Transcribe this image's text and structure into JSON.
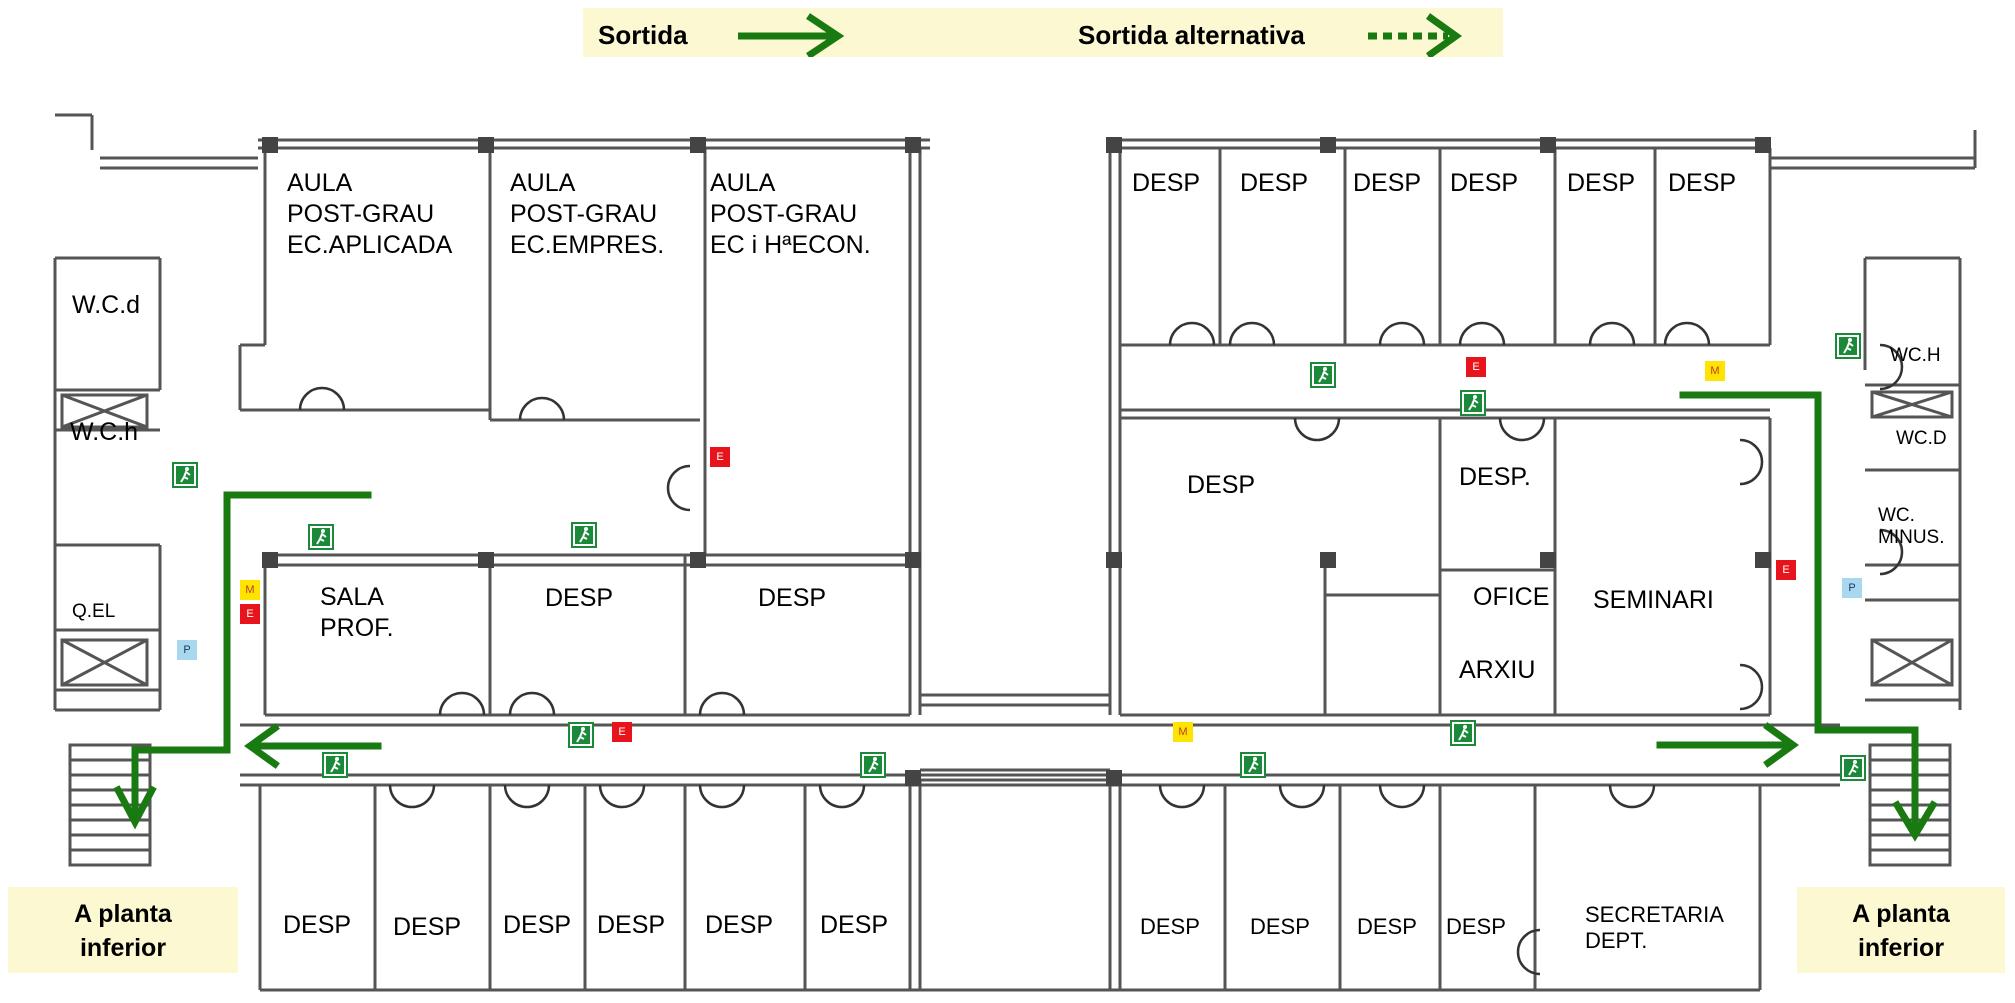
{
  "legend": {
    "exit_label": "Sortida",
    "alt_exit_label": "Sortida alternativa",
    "exit_color": "#1a7a12",
    "background": "#fbf8d2"
  },
  "exit_notes": {
    "left_line1": "A planta",
    "left_line2": "inferior",
    "right_line1": "A planta",
    "right_line2": "inferior"
  },
  "rooms": {
    "aula_aplicada": [
      "AULA",
      "POST-GRAU",
      "EC.APLICADA"
    ],
    "aula_empres": [
      "AULA",
      "POST-GRAU",
      "EC.EMPRES."
    ],
    "aula_historia": [
      "AULA",
      "POST-GRAU",
      "EC i HªECON."
    ],
    "top_desp_row": [
      "DESP",
      "DESP",
      "DESP",
      "DESP",
      "DESP",
      "DESP"
    ],
    "wc_d_left": "W.C.d",
    "wc_h_left": "W.C.h",
    "q_el": "Q.EL",
    "sala_prof": [
      "SALA",
      "PROF."
    ],
    "desp_mid_1": "DESP",
    "desp_mid_2": "DESP",
    "desp_large": "DESP",
    "desp_dot": "DESP.",
    "ofice": "OFICE",
    "arxiu": "ARXIU",
    "seminari": "SEMINARI",
    "wc_h_right": "WC.H",
    "wc_d_right": "WC.D",
    "wc_minus": [
      "WC.",
      "MINUS."
    ],
    "bottom_left_desp": [
      "DESP",
      "DESP",
      "DESP",
      "DESP",
      "DESP",
      "DESP"
    ],
    "bottom_right_desp": [
      "DESP",
      "DESP",
      "DESP",
      "DESP"
    ],
    "secretaria": [
      "SECRETARIA",
      "DEPT."
    ]
  },
  "markers": {
    "e_label": "E",
    "m_label": "M",
    "p_label": "P",
    "e_color": "#e8141b",
    "m_color": "#ffe400",
    "p_color": "#a8d8ee"
  },
  "icons": {
    "exit_sign": "running-man-exit-sign-icon",
    "stairs": "stairs-icon"
  }
}
